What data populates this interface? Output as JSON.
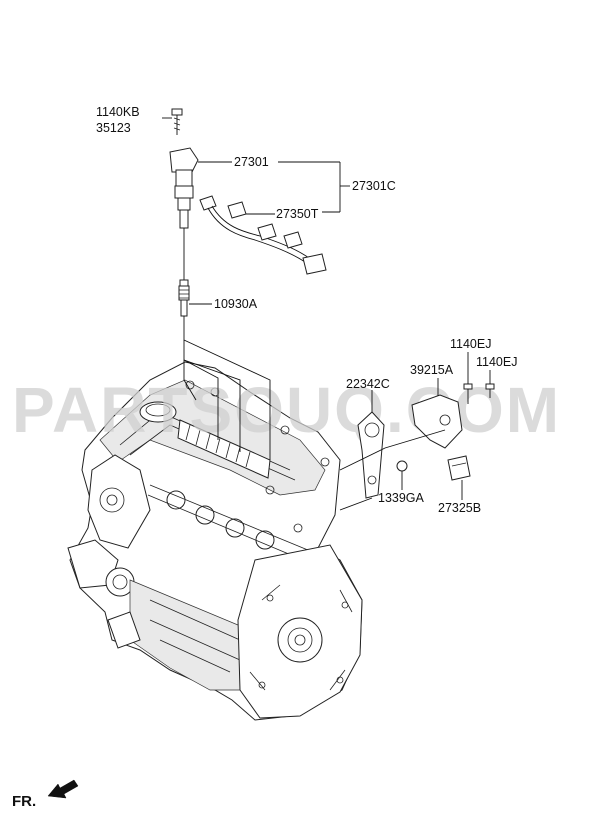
{
  "diagram": {
    "watermark": "PARTSOUQ.COM",
    "direction_label": "FR.",
    "parts": [
      {
        "id": "p1140KB",
        "label": "1140KB"
      },
      {
        "id": "p35123",
        "label": "35123"
      },
      {
        "id": "p27301",
        "label": "27301"
      },
      {
        "id": "p27301C",
        "label": "27301C"
      },
      {
        "id": "p27350T",
        "label": "27350T"
      },
      {
        "id": "p10930A",
        "label": "10930A"
      },
      {
        "id": "p1140EJa",
        "label": "1140EJ"
      },
      {
        "id": "p39215A",
        "label": "39215A"
      },
      {
        "id": "p1140EJb",
        "label": "1140EJ"
      },
      {
        "id": "p22342C",
        "label": "22342C"
      },
      {
        "id": "p1339GA",
        "label": "1339GA"
      },
      {
        "id": "p27325B",
        "label": "27325B"
      }
    ]
  }
}
